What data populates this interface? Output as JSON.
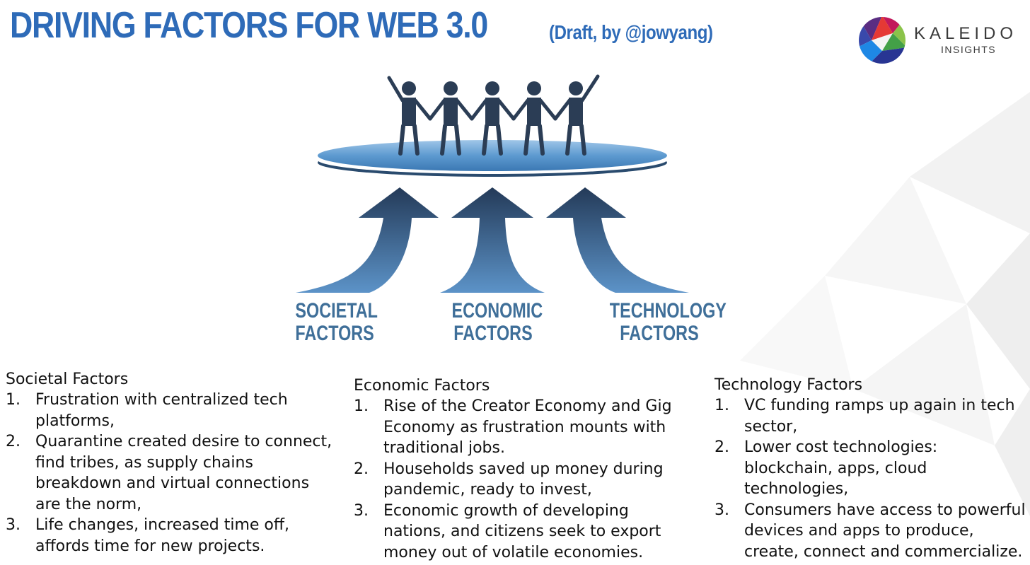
{
  "header": {
    "title": "DRIVING FACTORS FOR WEB 3.0",
    "subtitle": "(Draft, by @jowyang)"
  },
  "logo": {
    "name": "KALEIDO",
    "tagline": "INSIGHTS"
  },
  "diagram": {
    "labels": [
      {
        "line1": "SOCIETAL",
        "line2": "FACTORS"
      },
      {
        "line1": "ECONOMIC",
        "line2": "FACTORS"
      },
      {
        "line1": "TECHNOLOGY",
        "line2": "FACTORS"
      }
    ]
  },
  "columns": [
    {
      "heading": "Societal Factors",
      "items": [
        {
          "num": "1.",
          "text": "Frustration with centralized tech platforms,"
        },
        {
          "num": "2.",
          "text": "Quarantine created desire to connect, find tribes, as supply chains breakdown and virtual connections are the norm,"
        },
        {
          "num": "3.",
          "text": "Life changes, increased time off, affords time for new projects."
        }
      ]
    },
    {
      "heading": "Economic Factors",
      "items": [
        {
          "num": "1.",
          "text": "Rise of the Creator Economy and Gig Economy as frustration mounts with traditional jobs."
        },
        {
          "num": "2.",
          "text": "Households saved up money during pandemic, ready to invest,"
        },
        {
          "num": "3.",
          "text": "Economic growth of developing nations, and citizens seek to export money out of volatile economies."
        }
      ]
    },
    {
      "heading": "Technology Factors",
      "items": [
        {
          "num": "1.",
          "text": "VC funding ramps up again in tech sector,"
        },
        {
          "num": "2.",
          "text": "Lower cost technologies: blockchain, apps, cloud technologies,"
        },
        {
          "num": "3.",
          "text": "Consumers have access to powerful devices and apps to produce, create, connect and commercialize."
        }
      ]
    }
  ],
  "colors": {
    "title": "#2e6bb8",
    "figures": "#2b3d55",
    "platform": "#5d9ad0",
    "arrow_top": "#243a58",
    "arrow_bottom": "#5c93c8",
    "label": "#3f6f99"
  }
}
